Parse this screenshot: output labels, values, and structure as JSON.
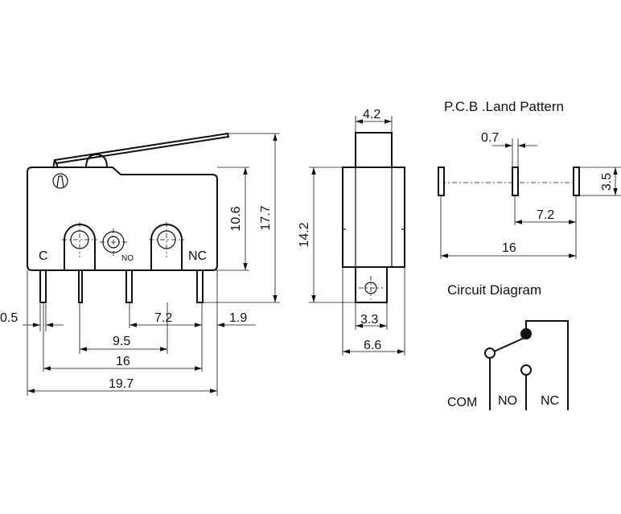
{
  "front_view": {
    "terminal_c": "C",
    "terminal_no": "NO",
    "terminal_nc": "NC",
    "dim_height_body": "10.6",
    "dim_height_total": "17.7",
    "dim_pin_width": "0.5",
    "dim_pin_spacing": "7.2",
    "dim_edge": "1.9",
    "dim_c_to_no": "9.5",
    "dim_c_to_nc": "16",
    "dim_total_width": "19.7"
  },
  "side_view": {
    "dim_top_width": "4.2",
    "dim_height": "14.2",
    "dim_tab_width": "3.3",
    "dim_body_width": "6.6"
  },
  "pcb_land_pattern": {
    "title": "P.C.B .Land  Pattern",
    "dim_pad_width": "0.7",
    "dim_pad_height": "3.5",
    "dim_pitch": "7.2",
    "dim_span": "16"
  },
  "circuit_diagram": {
    "title": "Circuit  Diagram",
    "label_com": "COM",
    "label_no": "NO",
    "label_nc": "NC"
  }
}
